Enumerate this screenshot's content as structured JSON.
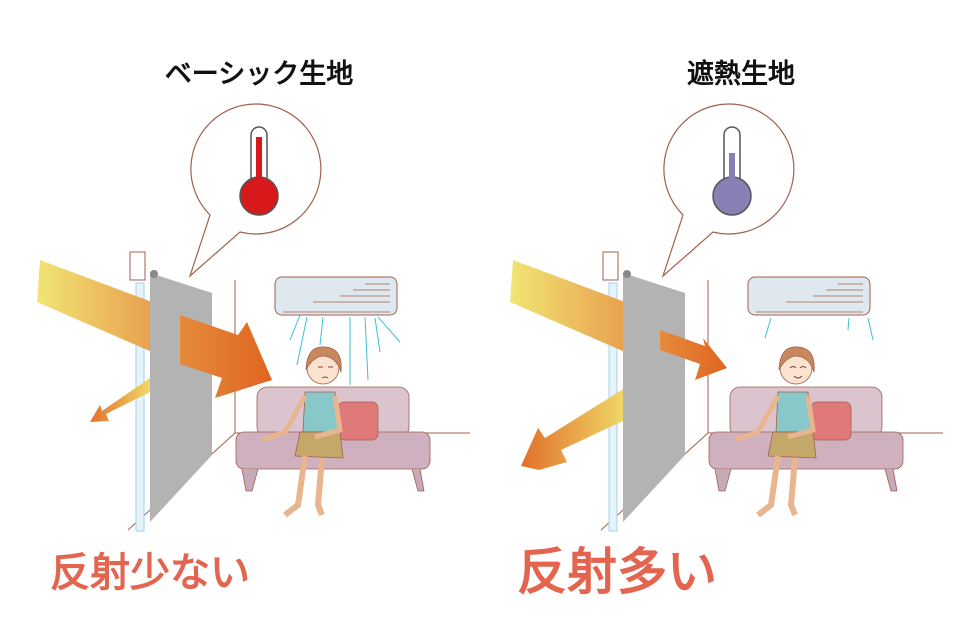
{
  "panels": [
    {
      "title": "ベーシック生地",
      "result": "反射少ない",
      "thermometer_color": "#d7191c",
      "thermometer_level": 0.95,
      "transmitted": "large",
      "reflected": "small",
      "mood": "hot"
    },
    {
      "title": "遮熱生地",
      "result": "反射多い",
      "thermometer_color": "#8a7fb5",
      "thermometer_level": 0.55,
      "transmitted": "small",
      "reflected": "large",
      "mood": "comfortable"
    }
  ],
  "colors": {
    "result_text": "#e3644f",
    "blind": "#b3b3b3",
    "sun_start": "#f1e574",
    "sun_end": "#e06a22",
    "line": "#a0604e",
    "air": "#3cbfd8",
    "sofa": "#dcc4cf",
    "cushion": "#e07a7a"
  }
}
